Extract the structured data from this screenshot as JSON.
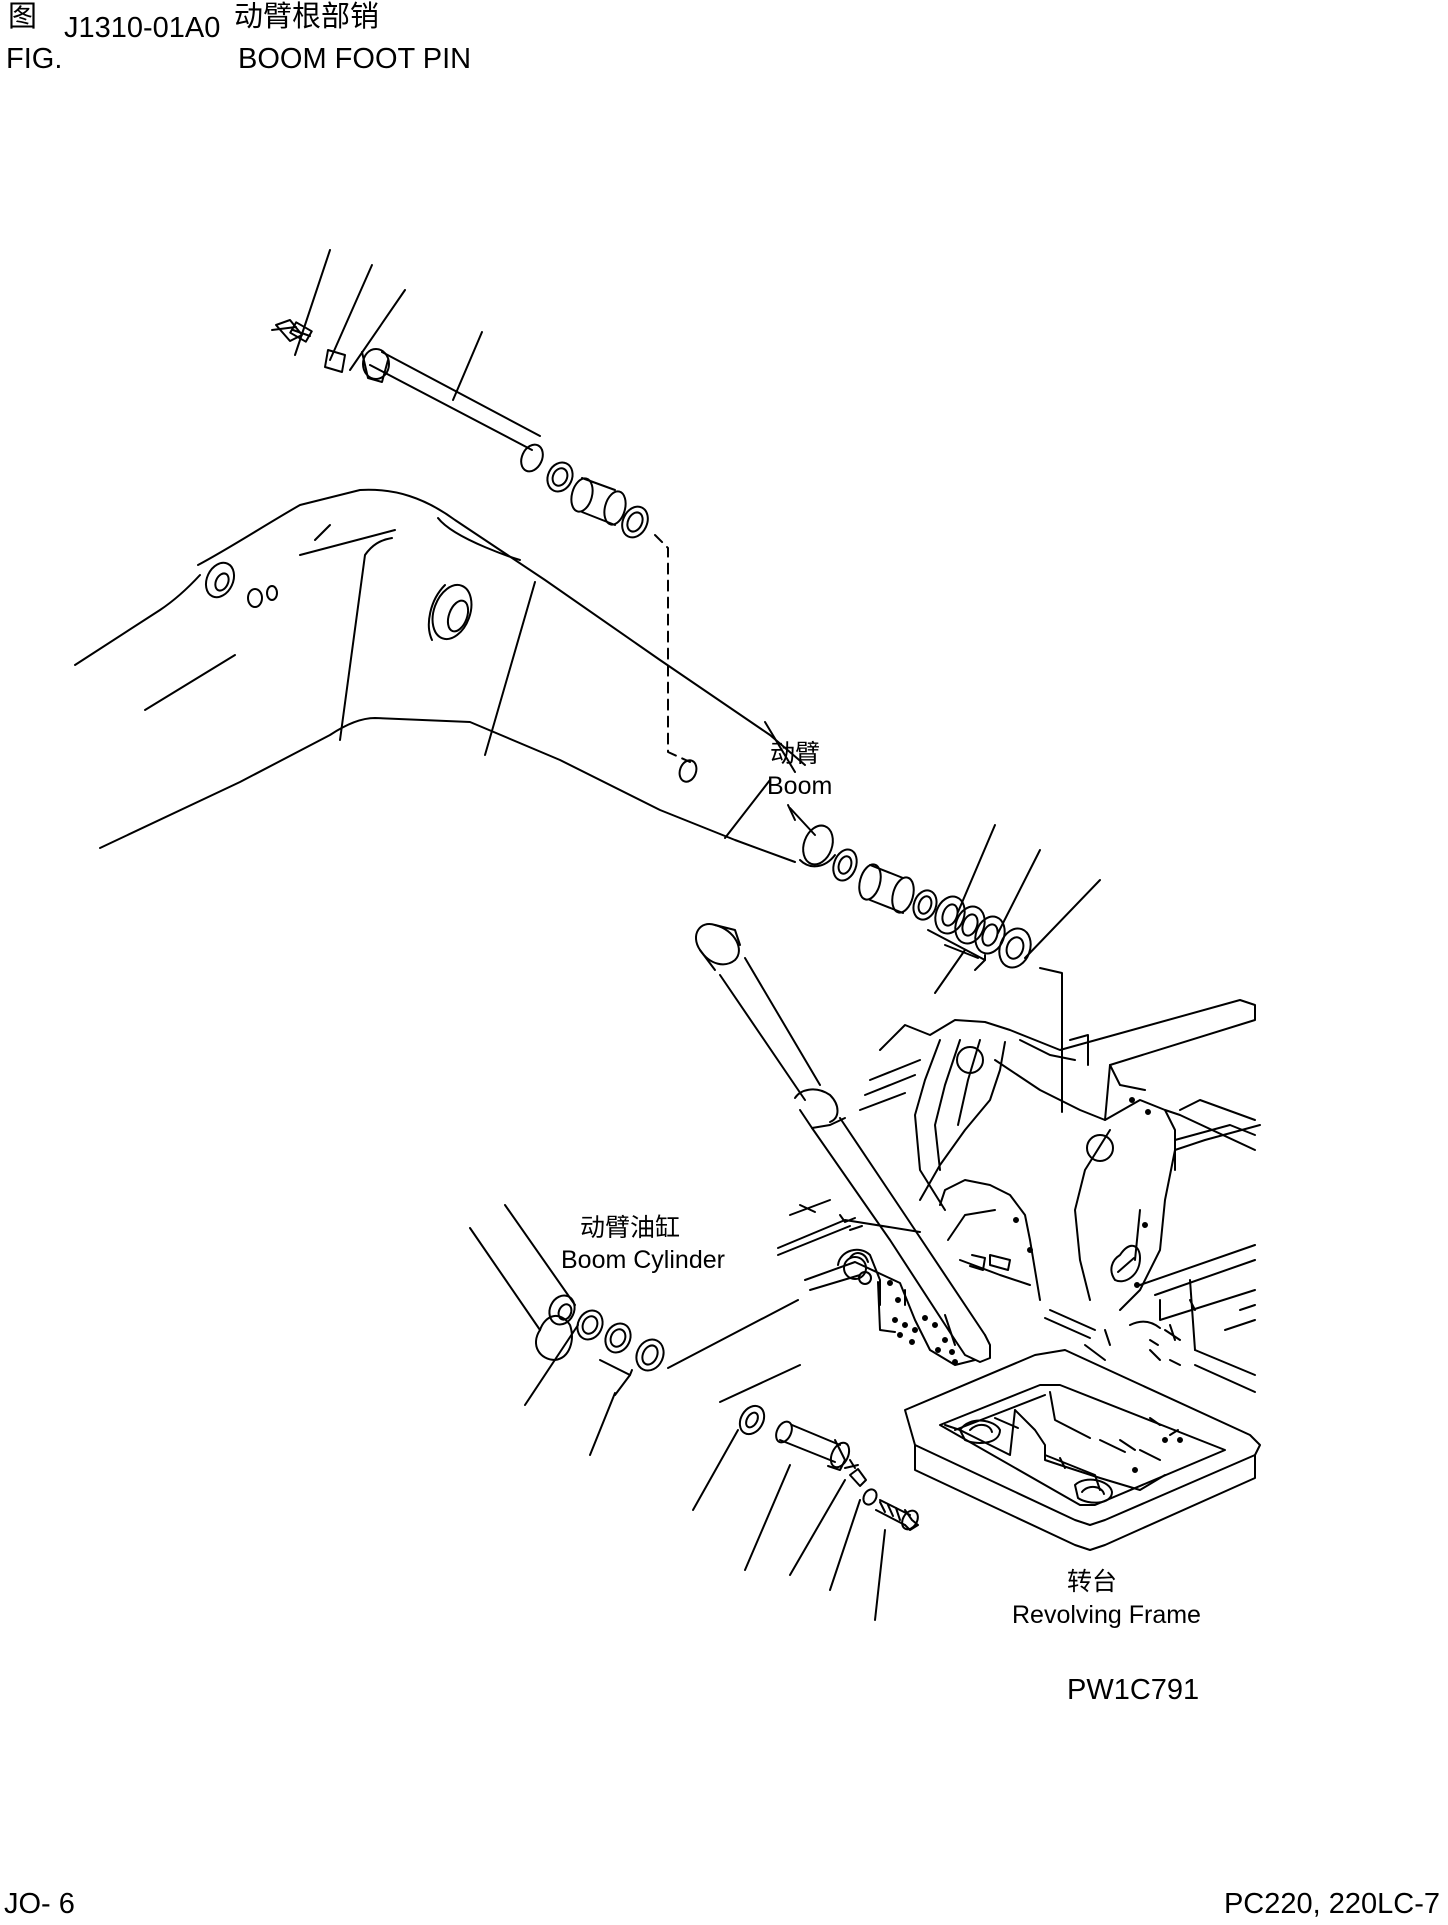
{
  "header": {
    "fig_cn": "图",
    "fig_number": "J1310-01A0",
    "fig_title_cn": "动臂根部销",
    "fig_en": "FIG.",
    "fig_title_en": "BOOM FOOT PIN"
  },
  "labels": {
    "boom_cn": "动臂",
    "boom_en": "Boom",
    "cylinder_cn": "动臂油缸",
    "cylinder_en": "Boom Cylinder",
    "frame_cn": "转台",
    "frame_en": "Revolving Frame"
  },
  "drawing_code": "PW1C791",
  "footer": {
    "page": "JO- 6",
    "model": "PC220, 220LC-7"
  }
}
